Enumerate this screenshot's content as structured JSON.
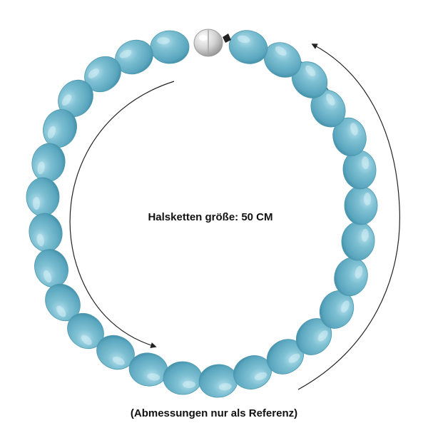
{
  "product": {
    "bead_count": 29,
    "colors": {
      "bead": "#6bb3c9",
      "bead_shadow": "#3f8aa3",
      "bead_highlight": "#a9dbe8",
      "clasp": "#d9d9d9",
      "arrow": "#222222"
    },
    "icons": [
      "magnetic-clasp-icon",
      "arrow-icon"
    ]
  },
  "labels": {
    "size": "Halsketten größe: 50 CM",
    "note": "(Abmessungen nur als Referenz)"
  }
}
